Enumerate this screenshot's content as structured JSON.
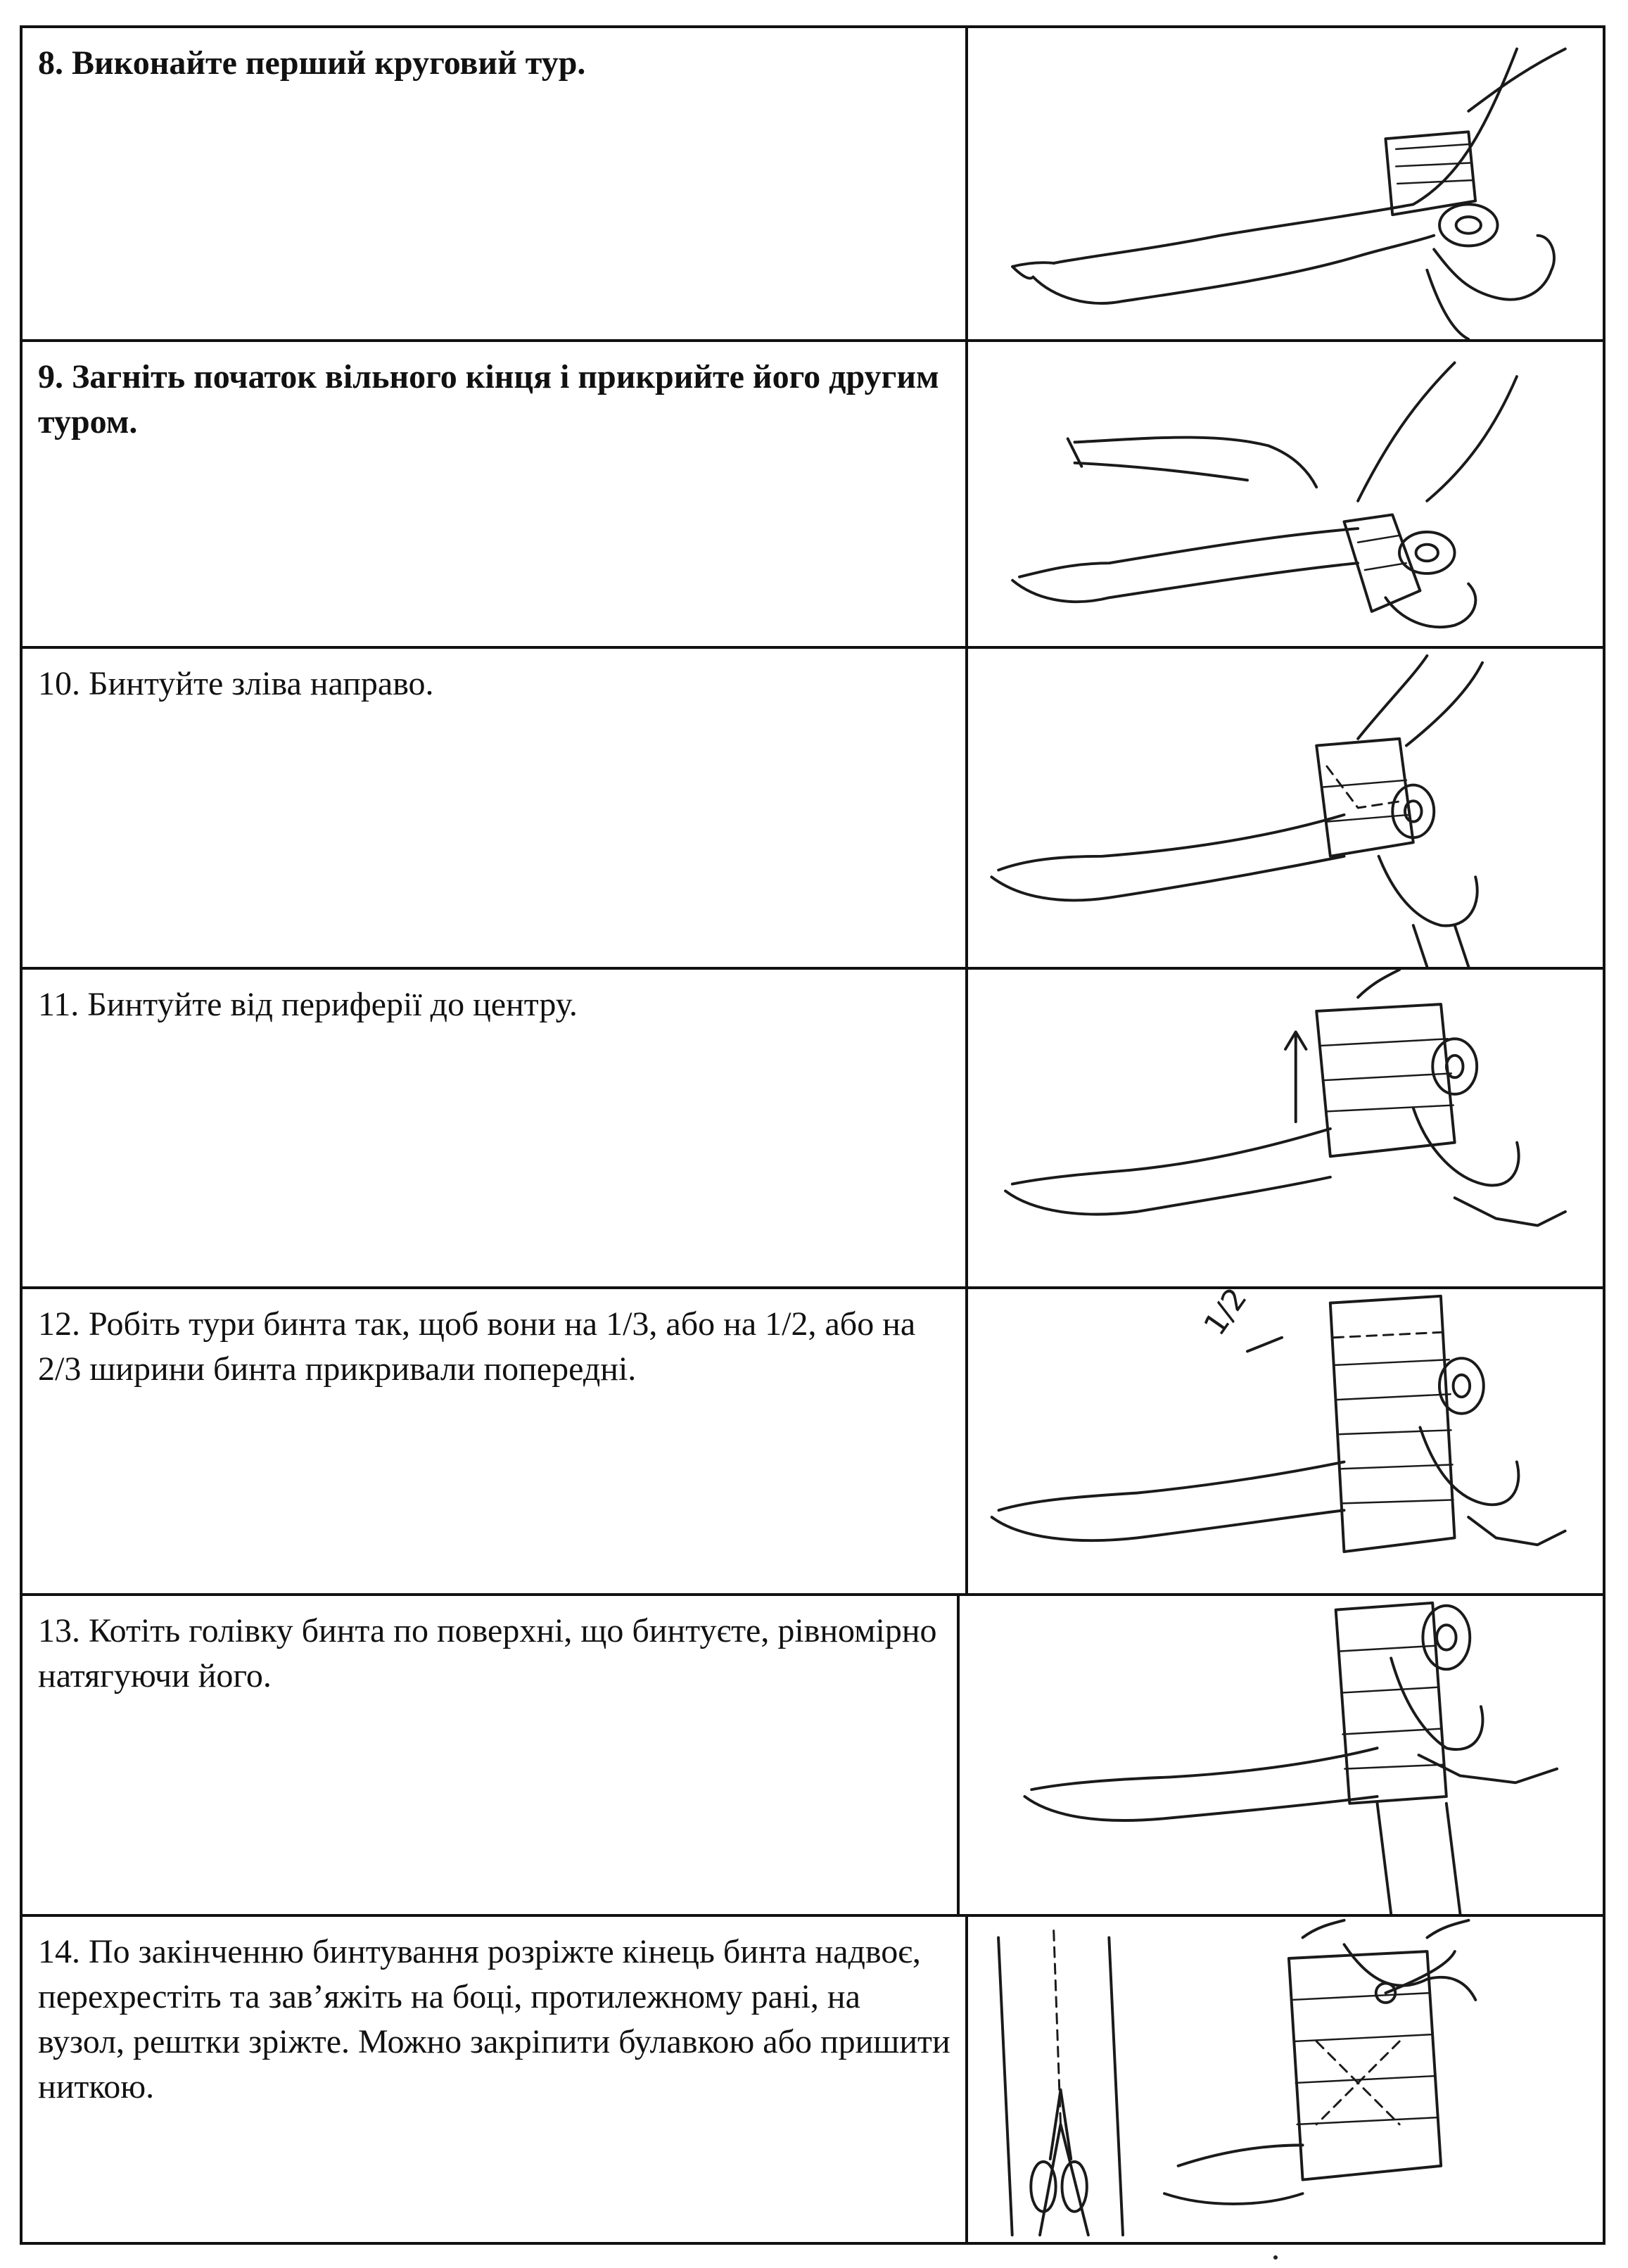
{
  "steps": [
    {
      "number": "8",
      "text": "8. Виконайте перший круговий тур.",
      "illustration": "arm-first-circular-turn"
    },
    {
      "number": "9",
      "text": "9. Загніть початок вільного кінця і прикрийте його другим туром.",
      "illustration": "arm-fold-free-end"
    },
    {
      "number": "10",
      "text": "10. Бинтуйте зліва направо.",
      "illustration": "arm-bandage-left-to-right"
    },
    {
      "number": "11",
      "text": "11. Бинтуйте від периферії до центру.",
      "illustration": "arm-periphery-to-center"
    },
    {
      "number": "12",
      "text": "12. Робіть тури бинта так, щоб вони на 1/3, або на  1/2, або на 2/3 ширини бинта прикривали попередні.",
      "illustration": "arm-overlapping-turns",
      "figure_label": "1/2"
    },
    {
      "number": "13",
      "text": "13. Котіть голівку бинта по поверхні, що бинтуєте, рівномірно натягуючи його.",
      "illustration": "arm-roll-bandage-head"
    },
    {
      "number": "14",
      "text": "14. По закінченню бинтування розріжте кінець бинта надвоє, перехрестіть та зав’яжіть на боці, протилежному рані, на вузол, рештки зріжте. Можно закріпити булавкою або пришити ниткою.",
      "illustration": "arm-tie-knot-scissors"
    }
  ]
}
